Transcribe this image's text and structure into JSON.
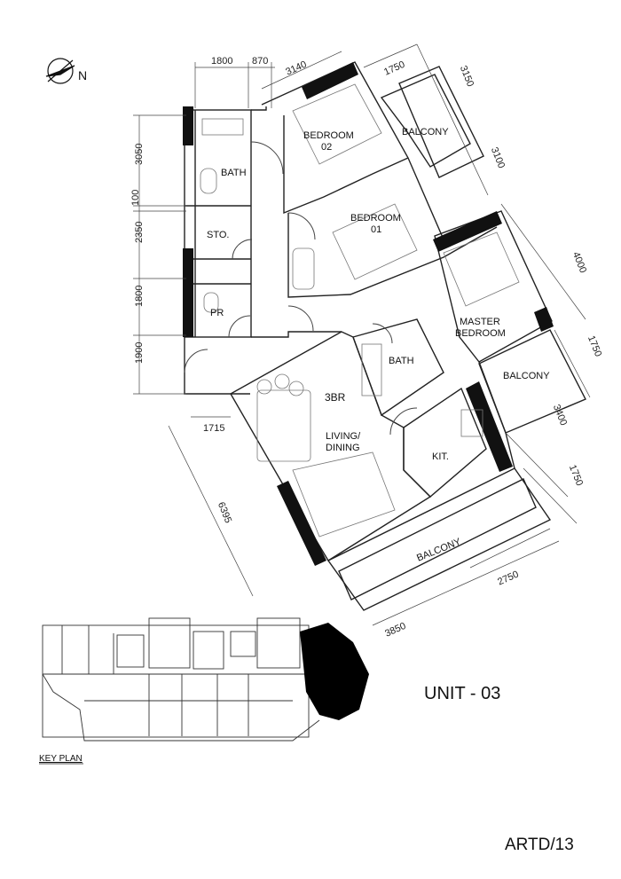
{
  "north_label": "N",
  "rooms": {
    "bedroom02": "BEDROOM 02",
    "bedroom01": "BEDROOM 01",
    "master": "MASTER BEDROOM",
    "bath1": "BATH",
    "bath2": "BATH",
    "sto": "STO.",
    "pr": "PR",
    "balcony1": "BALCONY",
    "balcony2": "BALCONY",
    "balcony3": "BALCONY",
    "kit": "KIT.",
    "living": "LIVING/ DINING",
    "type": "3BR"
  },
  "dims": {
    "d1800top": "1800",
    "d870": "870",
    "d3140": "3140",
    "d1750a": "1750",
    "d3150": "3150",
    "d3100": "3100",
    "d4000": "4000",
    "d1750b": "1750",
    "d3400": "3400",
    "d1750c": "1750",
    "d2750": "2750",
    "d3850": "3850",
    "d6395": "6395",
    "d1715": "1715",
    "d3050": "3050",
    "d100": "100",
    "d2350": "2350",
    "d1800left": "1800",
    "d1900": "1900"
  },
  "unit_label": "UNIT - 03",
  "key_plan_label": "KEY PLAN",
  "sheet_label": "ARTD/13"
}
